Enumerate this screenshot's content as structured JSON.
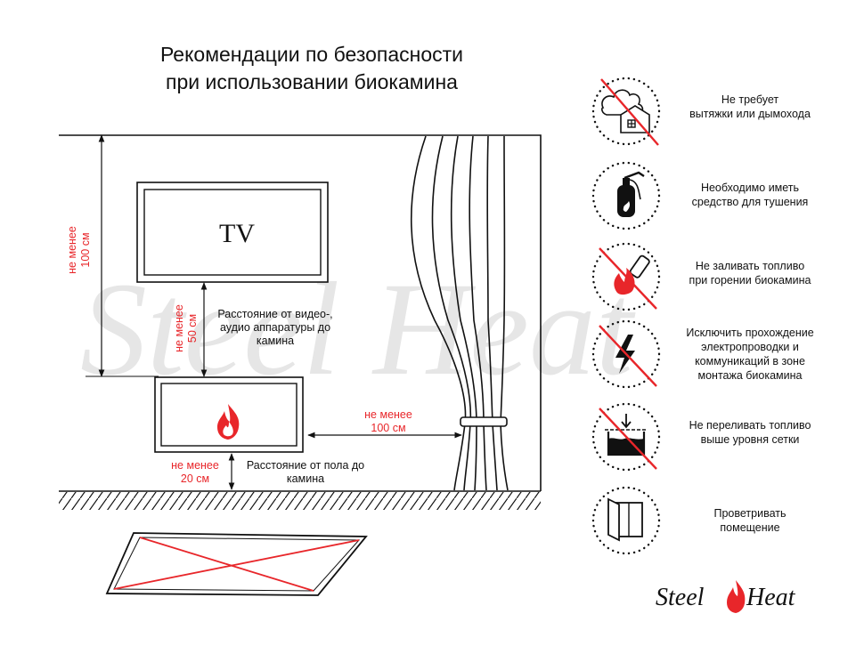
{
  "title": {
    "line1": "Рекомендации по безопасности",
    "line2": "при использовании биокамина"
  },
  "diagram": {
    "tv_label": "TV",
    "wall_height": {
      "line1": "не менее",
      "line2": "100 см"
    },
    "tv_gap": {
      "line1": "не менее",
      "line2": "50 см"
    },
    "tv_note": {
      "line1": "Расстояние от видео-,",
      "line2": "аудио аппаратуры до",
      "line3": "камина"
    },
    "side_gap": {
      "line1": "не менее",
      "line2": "100 см"
    },
    "floor_gap": {
      "line1": "не менее",
      "line2": "20 см"
    },
    "floor_note": {
      "line1": "Расстояние от пола до",
      "line2": "камина"
    },
    "watermark": "Steel Heat"
  },
  "rules": [
    {
      "icon": "no-chimney-icon",
      "prohibited": true,
      "line1": "Не требует",
      "line2": "вытяжки или дымохода"
    },
    {
      "icon": "fire-extinguisher-icon",
      "prohibited": false,
      "line1": "Необходимо иметь",
      "line2": "средство для тушения"
    },
    {
      "icon": "no-refuel-icon",
      "prohibited": true,
      "line1": "Не заливать топливо",
      "line2": "при горении биокамина"
    },
    {
      "icon": "no-wiring-icon",
      "prohibited": true,
      "line1": "Исключить прохождение",
      "line2": "электропроводки и",
      "line3": "коммуникаций в зоне",
      "line4": "монтажа биокамина"
    },
    {
      "icon": "no-overfill-icon",
      "prohibited": true,
      "line1": "Не переливать топливо",
      "line2": "выше уровня сетки"
    },
    {
      "icon": "window-icon",
      "prohibited": false,
      "line1": "Проветривать",
      "line2": "помещение"
    }
  ],
  "brand": {
    "word1": "Steel",
    "word2": "Heat"
  },
  "colors": {
    "accent": "#e8262a",
    "ink": "#111111",
    "watermark": "#e4e4e4"
  }
}
